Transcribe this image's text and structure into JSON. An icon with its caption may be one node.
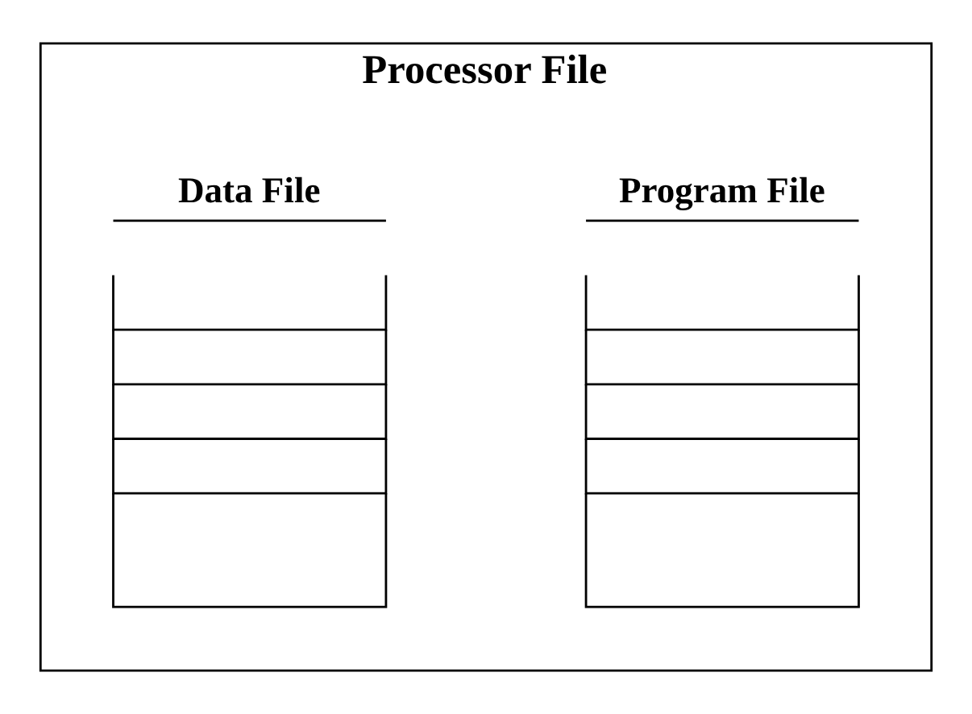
{
  "diagram": {
    "nodes": [
      {
        "text": [
          "Processor File"
        ]
      },
      {
        "text": [
          "Program File"
        ],
        "in": 0
      },
      {
        "text": [
          "Data File"
        ],
        "in": 0
      }
    ]
  }
}
